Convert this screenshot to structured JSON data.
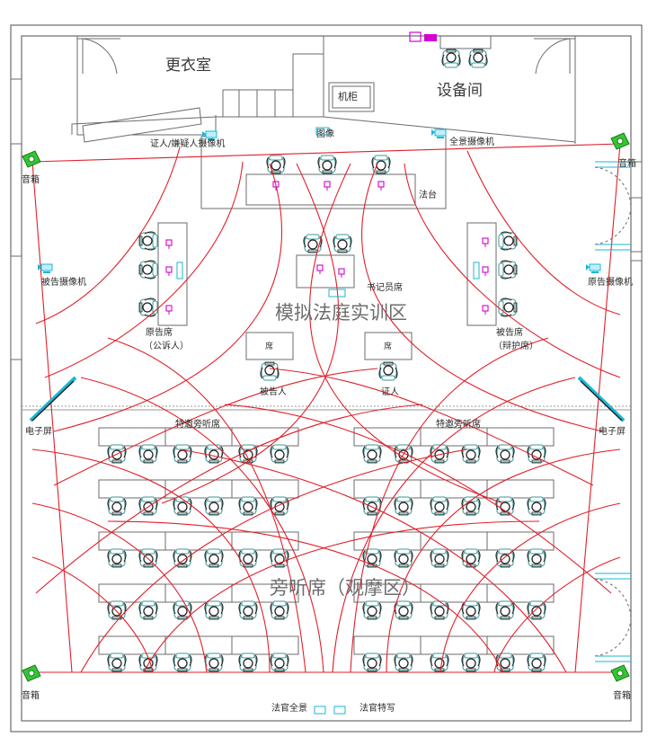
{
  "colors": {
    "wall": "#6b6b6b",
    "seat": "#3a9a9a",
    "sound": "#e0202a",
    "device": "#d400d4",
    "speaker": "#34c534",
    "camera": "#1ab7d6"
  },
  "rooms": {
    "changing": "更衣室",
    "equipment": "设备间",
    "cabinet": "机柜"
  },
  "zones": {
    "court": "模拟法庭实训区",
    "audience": "旁听席（观摩区）"
  },
  "devices": {
    "witness_camera": "证人/嫌疑人摄像机",
    "image": "图像",
    "panorama_camera": "全景摄像机",
    "defendant_camera": "被告摄像机",
    "plaintiff_camera": "原告摄像机",
    "judge_panorama": "法官全景",
    "judge_closeup": "法官特写"
  },
  "seats": {
    "bench": "法台",
    "clerk": "书记员席",
    "plaintiff": "原告席",
    "plaintiff_sub": "（公诉人）",
    "defense": "被告席",
    "defense_sub": "（辩护席）",
    "defendant": "被告人",
    "witness": "证人",
    "small_desk": "席",
    "special_left": "特邀旁听席",
    "special_right": "特邀旁听席"
  },
  "speakers": {
    "top_left": "音箱",
    "top_right": "音箱",
    "bottom_left": "音箱",
    "bottom_right": "音箱"
  },
  "screens": {
    "left": "电子屏",
    "right": "电子屏"
  }
}
